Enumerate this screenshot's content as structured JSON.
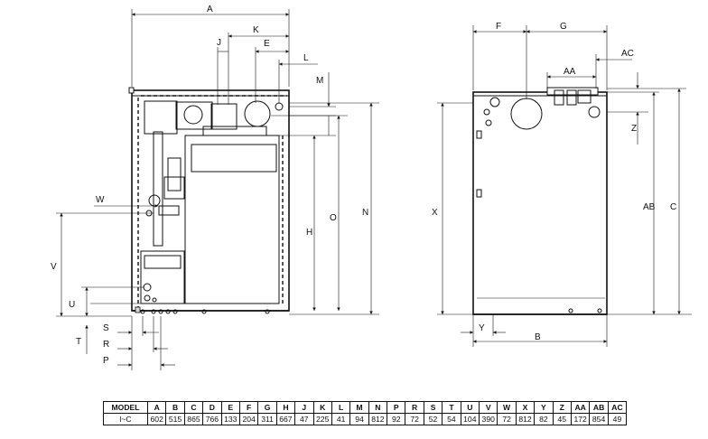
{
  "front_view_labels": {
    "A": "A",
    "J": "J",
    "K": "K",
    "E": "E",
    "L": "L",
    "M": "M",
    "W": "W",
    "V": "V",
    "U": "U",
    "H": "H",
    "O": "O",
    "N": "N",
    "S": "S",
    "T": "T",
    "R": "R",
    "P": "P"
  },
  "side_view_labels": {
    "F": "F",
    "G": "G",
    "AC": "AC",
    "AA": "AA",
    "Z": "Z",
    "X": "X",
    "AB": "AB",
    "C": "C",
    "Y": "Y",
    "B": "B"
  },
  "spec_table": {
    "header": [
      "MODEL",
      "A",
      "B",
      "C",
      "D",
      "E",
      "F",
      "G",
      "H",
      "J",
      "K",
      "L",
      "M",
      "N",
      "P",
      "R",
      "S",
      "T",
      "U",
      "V",
      "W",
      "X",
      "Y",
      "Z",
      "AA",
      "AB",
      "AC"
    ],
    "row": [
      "l~C",
      "602",
      "515",
      "865",
      "766",
      "133",
      "204",
      "311",
      "667",
      "47",
      "225",
      "41",
      "94",
      "812",
      "92",
      "72",
      "52",
      "54",
      "104",
      "390",
      "72",
      "812",
      "82",
      "45",
      "172",
      "854",
      "49"
    ]
  }
}
